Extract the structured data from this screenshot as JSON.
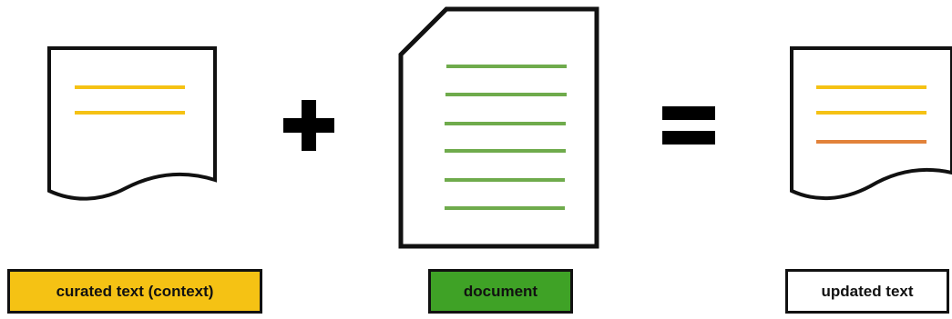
{
  "colors": {
    "context": "#F5C214",
    "document": "#3FA226",
    "document_lines": "#6FAB4C",
    "updated": "#FFFFFF",
    "new_line": "#E2823A",
    "outline": "#111111"
  },
  "icons": {
    "context_doc": "curled-page-icon",
    "document": "folded-corner-page-icon",
    "updated_doc": "curled-page-icon",
    "plus": "plus-icon",
    "equals": "equals-icon"
  },
  "labels": {
    "context": "curated text (context)",
    "document": "document",
    "updated": "updated text"
  }
}
